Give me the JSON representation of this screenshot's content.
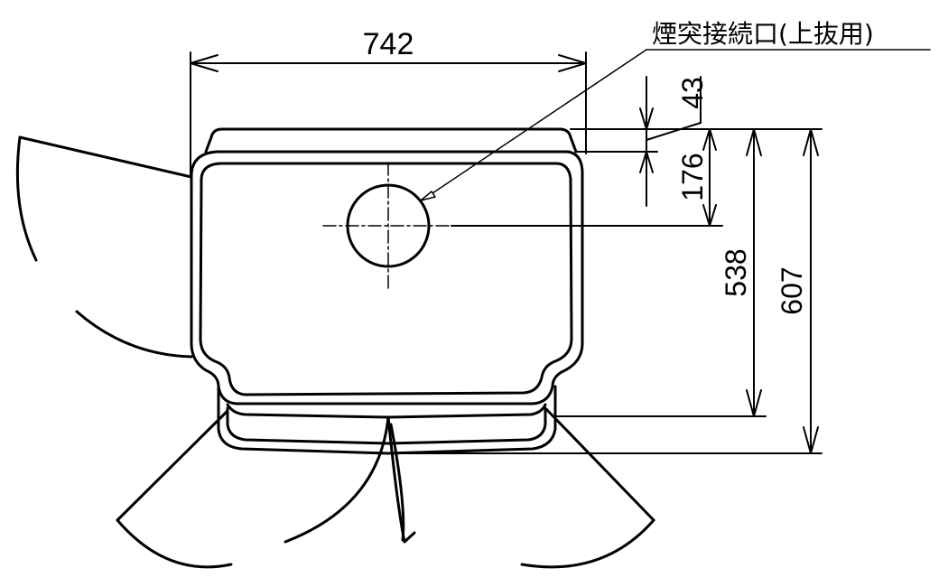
{
  "drawing": {
    "title": "Top view dimension drawing",
    "background": "#ffffff",
    "line_color": "#000000"
  },
  "annotations": {
    "flue_label": "煙突接続口(上抜用)"
  },
  "dimensions": {
    "width": "742",
    "top_offset": "43",
    "flue_center_offset": "176",
    "body_depth": "538",
    "total_depth": "607"
  }
}
